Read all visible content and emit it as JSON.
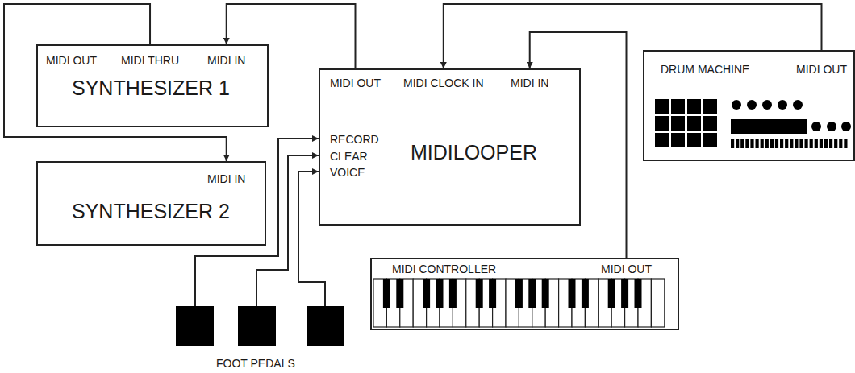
{
  "diagram": {
    "nodes": [
      {
        "text": [
          "MIDI OUT",
          "MIDI THRU",
          "MIDI IN",
          "SYNTHESIZER 1"
        ]
      },
      {
        "text": [
          "MIDI IN",
          "SYNTHESIZER 2"
        ]
      },
      {
        "text": [
          "MIDI OUT",
          "MIDI CLOCK IN",
          "MIDI IN",
          "RECORD",
          "CLEAR",
          "VOICE",
          "MIDILOOPER"
        ]
      },
      {
        "text": [
          "DRUM MACHINE",
          "MIDI OUT"
        ]
      },
      {
        "text": [
          "MIDI CONTROLLER",
          "MIDI OUT"
        ]
      }
    ],
    "edges": [
      {
        "from": 0,
        "to": 1,
        "arrow": "to"
      },
      {
        "from": 2,
        "to": 0,
        "arrow": "to"
      },
      {
        "from": 3,
        "to": 2,
        "arrow": "to"
      },
      {
        "from": 4,
        "to": 2,
        "arrow": "to"
      }
    ],
    "labels": [
      "FOOT PEDALS"
    ]
  }
}
